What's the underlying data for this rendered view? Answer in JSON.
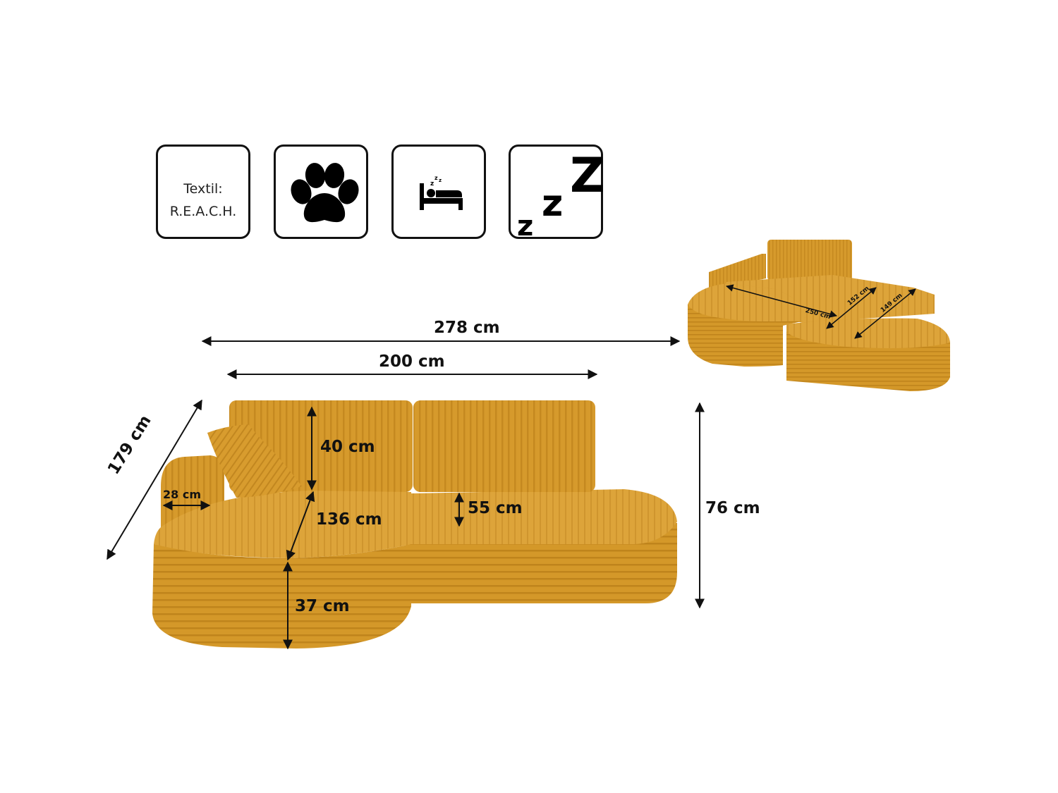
{
  "icons": [
    {
      "name": "textile-reach-badge",
      "lines": [
        "Textil:",
        "R.E.A.C.H."
      ]
    },
    {
      "name": "paw-icon"
    },
    {
      "name": "sleeping-bed-icon"
    },
    {
      "name": "zzz-sleep-icon"
    }
  ],
  "colors": {
    "fabric": "#d69a2c",
    "fabric_dark": "#b67b16",
    "fabric_light": "#e3aa3f",
    "line": "#111111"
  },
  "dimensions": {
    "total_width": "278 cm",
    "sofa_width": "200 cm",
    "depth": "179 cm",
    "height": "76 cm",
    "back_cushion": "40 cm",
    "seat_height": "55 cm",
    "chaise_depth": "136 cm",
    "armrest": "28 cm",
    "base_height": "37 cm"
  },
  "bed_dimensions": {
    "length": "250 cm",
    "width_a": "152 cm",
    "width_b": "149 cm"
  }
}
